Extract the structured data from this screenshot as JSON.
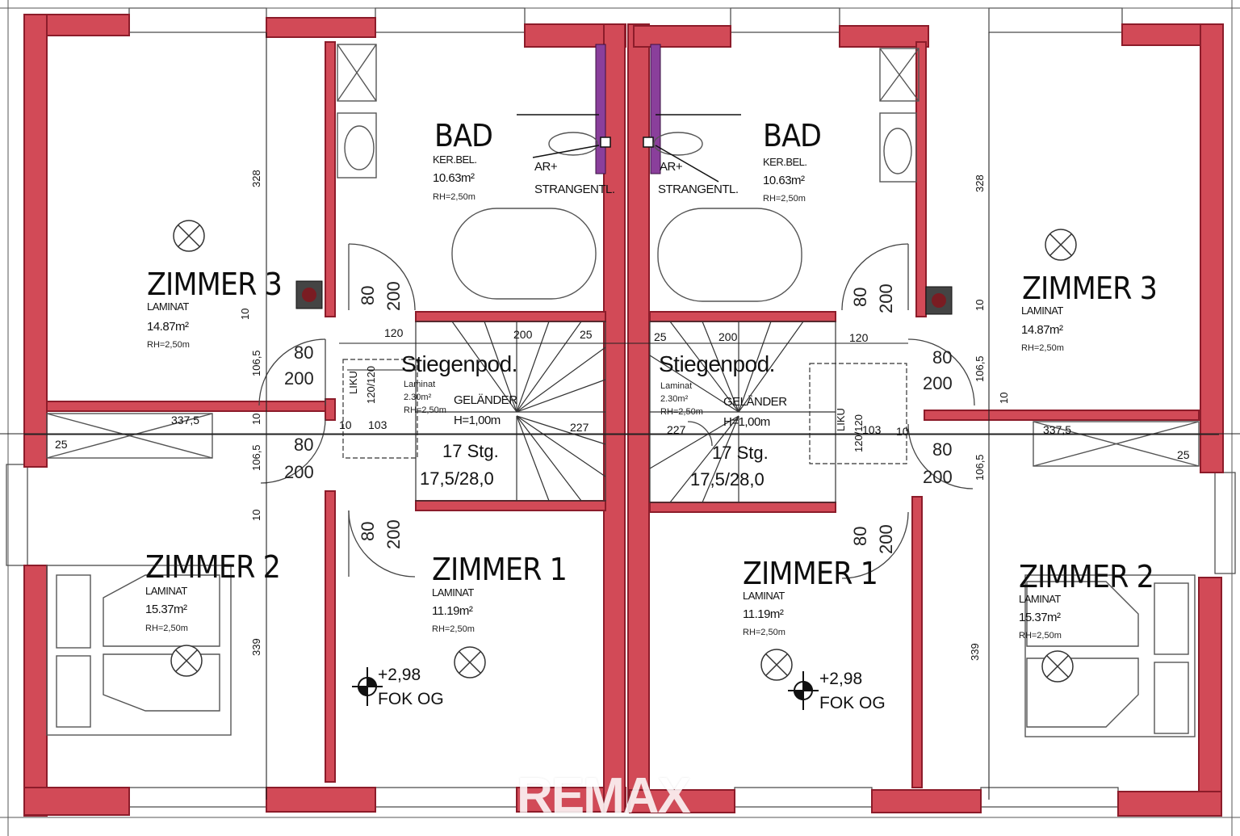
{
  "colors": {
    "wall": "#d24a57",
    "wall_edge": "#8c1c2a",
    "line": "#222222",
    "purple": "#8a3f9b"
  },
  "rooms": {
    "bad_l": {
      "name": "BAD",
      "floor": "KER.BEL.",
      "area": "10.63m²",
      "height": "RH=2,50m"
    },
    "bad_r": {
      "name": "BAD",
      "floor": "KER.BEL.",
      "area": "10.63m²",
      "height": "RH=2,50m"
    },
    "z3_l": {
      "name": "ZIMMER 3",
      "floor": "LAMINAT",
      "area": "14.87m²",
      "height": "RH=2,50m"
    },
    "z3_r": {
      "name": "ZIMMER 3",
      "floor": "LAMINAT",
      "area": "14.87m²",
      "height": "RH=2,50m"
    },
    "z2_l": {
      "name": "ZIMMER 2",
      "floor": "LAMINAT",
      "area": "15.37m²",
      "height": "RH=2,50m"
    },
    "z2_r": {
      "name": "ZIMMER 2",
      "floor": "LAMINAT",
      "area": "15.37m²",
      "height": "RH=2,50m"
    },
    "z1_l": {
      "name": "ZIMMER 1",
      "floor": "LAMINAT",
      "area": "11.19m²",
      "height": "RH=2,50m"
    },
    "z1_r": {
      "name": "ZIMMER 1",
      "floor": "LAMINAT",
      "area": "11.19m²",
      "height": "RH=2,50m"
    },
    "sp_l": {
      "name": "Stiegenpod.",
      "floor": "Laminat",
      "area": "2.30m²",
      "height": "RH=2,50m"
    },
    "sp_r": {
      "name": "Stiegenpod.",
      "floor": "Laminat",
      "area": "2.30m²",
      "height": "RH=2,50m"
    }
  },
  "labels": {
    "ar": "AR+",
    "strangentl": "STRANGENTL.",
    "gelaender": "GELÄNDER",
    "h_gelaender": "H=1,00m",
    "stg": "17 Stg.",
    "stg_ratio": "17,5/28,0",
    "liku": "LIKU",
    "liku_size": "120/120",
    "level": "+2,98",
    "level_ref": "FOK OG",
    "watermark": "REMAX"
  },
  "dimensions": {
    "d328": "328",
    "d339": "339",
    "d10": "10",
    "d106_5": "106,5",
    "d120": "120",
    "d200": "200",
    "d25": "25",
    "d227": "227",
    "d103": "103",
    "d337_5": "337,5",
    "d337y5": "337,5",
    "d80": "80"
  }
}
